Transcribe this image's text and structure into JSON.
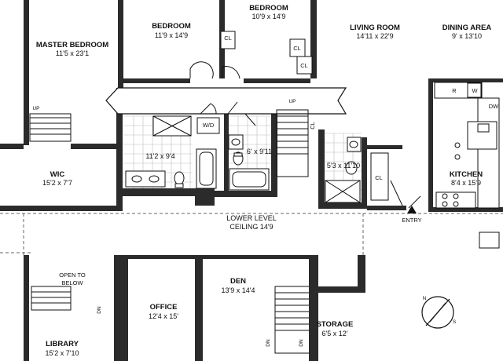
{
  "colors": {
    "wall": "#2b2b2b",
    "line": "#111111",
    "tile": "#bdbdbd",
    "fixture": "#555555"
  },
  "rooms": {
    "master_bedroom": {
      "name": "MASTER BEDROOM",
      "dim": "11'5 x 23'1"
    },
    "bedroom1": {
      "name": "BEDROOM",
      "dim": "11'9 x 14'9"
    },
    "bedroom2": {
      "name": "BEDROOM",
      "dim": "10'9 x 14'9"
    },
    "living_room": {
      "name": "LIVING ROOM",
      "dim": "14'11 x 22'9"
    },
    "dining_area": {
      "name": "DINING AREA",
      "dim": "9' x 13'10"
    },
    "wic": {
      "name": "WIC",
      "dim": "15'2 x 7'7"
    },
    "bath1": {
      "dim": "11'2 x 9'4"
    },
    "bath2": {
      "dim": "6' x 9'11"
    },
    "bath3": {
      "dim": "5'3 x 11'10"
    },
    "kitchen": {
      "name": "KITCHEN",
      "dim": "8'4 x 15'9"
    },
    "office": {
      "name": "OFFICE",
      "dim": "12'4 x 15'"
    },
    "den": {
      "name": "DEN",
      "dim": "13'9 x 14'4"
    },
    "storage": {
      "name": "STORAGE",
      "dim": "6'5 x 12'"
    },
    "library": {
      "name": "LIBRARY",
      "dim": "15'2 x 7'10"
    }
  },
  "labels": {
    "cl": "CL",
    "wd": "W/D",
    "dw": "DW",
    "refrigerator": "R",
    "washer": "W",
    "up": "UP",
    "dn": "DN",
    "entry": "ENTRY",
    "lower_level_line1": "LOWER LEVEL",
    "lower_level_line2": "CEILING 14'9",
    "open_line1": "OPEN TO",
    "open_line2": "BELOW"
  },
  "compass": {
    "north": "N",
    "south": "S"
  }
}
